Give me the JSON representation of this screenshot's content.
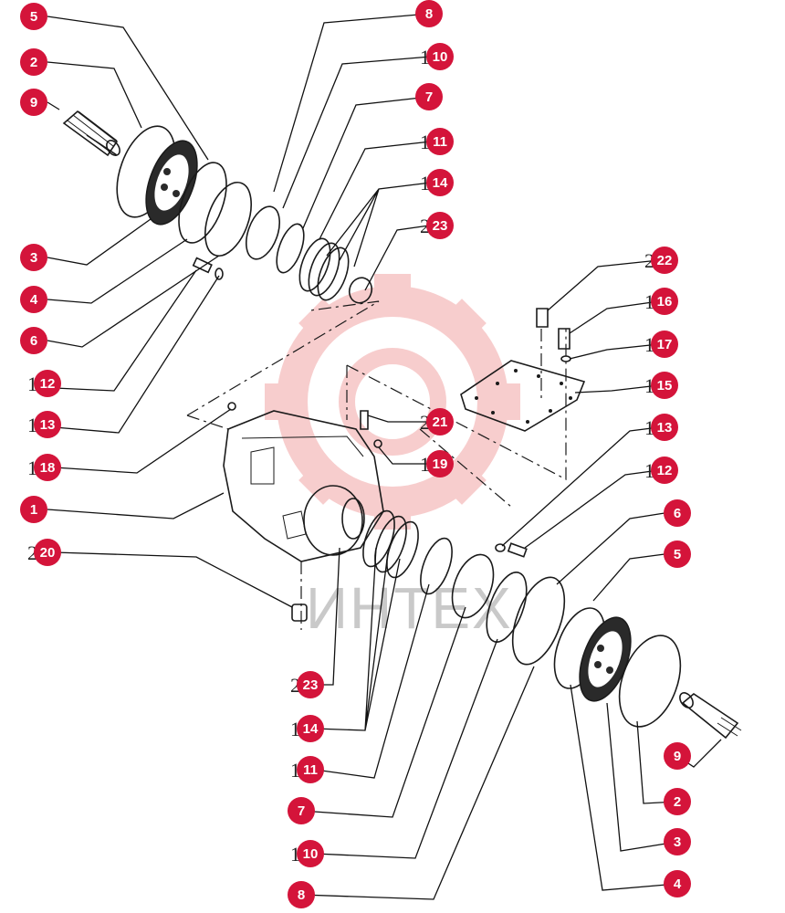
{
  "colors": {
    "badge": "#d4143a",
    "watermark": "#f2a5a5",
    "line": "#1a1a1a"
  },
  "watermark": {
    "text": "ИНТЕХ"
  },
  "callouts": [
    {
      "label": "5"
    },
    {
      "label": "8"
    },
    {
      "label": "2"
    },
    {
      "label": "10"
    },
    {
      "label": "9"
    },
    {
      "label": "7"
    },
    {
      "label": "11"
    },
    {
      "label": "14"
    },
    {
      "label": "23"
    },
    {
      "label": "3"
    },
    {
      "label": "4"
    },
    {
      "label": "6"
    },
    {
      "label": "12"
    },
    {
      "label": "13"
    },
    {
      "label": "22"
    },
    {
      "label": "16"
    },
    {
      "label": "17"
    },
    {
      "label": "15"
    },
    {
      "label": "21"
    },
    {
      "label": "13"
    },
    {
      "label": "18"
    },
    {
      "label": "19"
    },
    {
      "label": "12"
    },
    {
      "label": "1"
    },
    {
      "label": "6"
    },
    {
      "label": "5"
    },
    {
      "label": "20"
    },
    {
      "label": "23"
    },
    {
      "label": "14"
    },
    {
      "label": "11"
    },
    {
      "label": "9"
    },
    {
      "label": "7"
    },
    {
      "label": "2"
    },
    {
      "label": "3"
    },
    {
      "label": "10"
    },
    {
      "label": "4"
    },
    {
      "label": "8"
    }
  ]
}
